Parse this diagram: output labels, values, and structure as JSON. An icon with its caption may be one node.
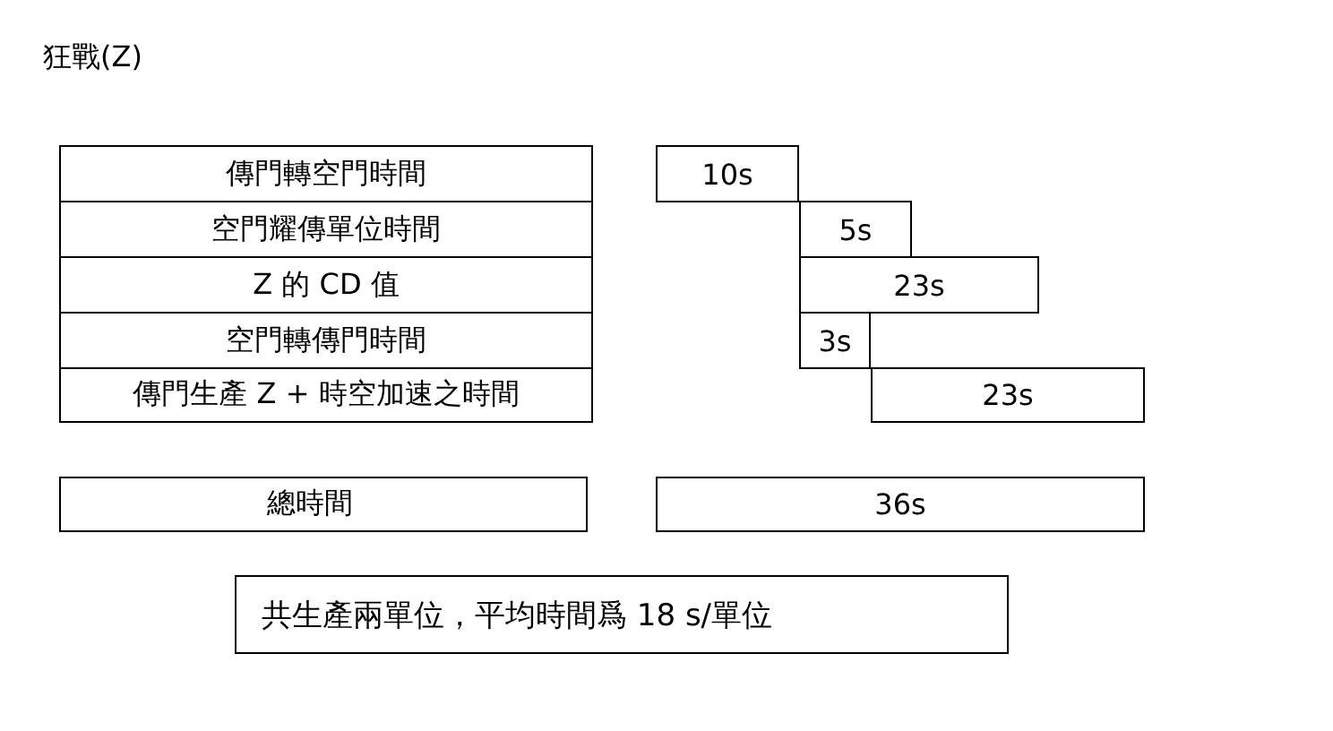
{
  "diagram": {
    "title": "狂戰(Z)",
    "nodes": [
      {
        "text": [
          "傳門轉空門時間"
        ]
      },
      {
        "text": [
          "10s"
        ]
      },
      {
        "text": [
          "空門耀傳單位時間"
        ]
      },
      {
        "text": [
          "5s"
        ]
      },
      {
        "text": [
          "Z 的 CD 值"
        ]
      },
      {
        "text": [
          "23s"
        ]
      },
      {
        "text": [
          "空門轉傳門時間"
        ]
      },
      {
        "text": [
          "3s"
        ]
      },
      {
        "text": [
          "傳門生產 Z + 時空加速之時間"
        ]
      },
      {
        "text": [
          "23s"
        ]
      },
      {
        "text": [
          "總時間"
        ]
      },
      {
        "text": [
          "36s"
        ]
      },
      {
        "text": [
          "共生產兩單位，平均時間爲 18 s/單位"
        ]
      }
    ]
  }
}
